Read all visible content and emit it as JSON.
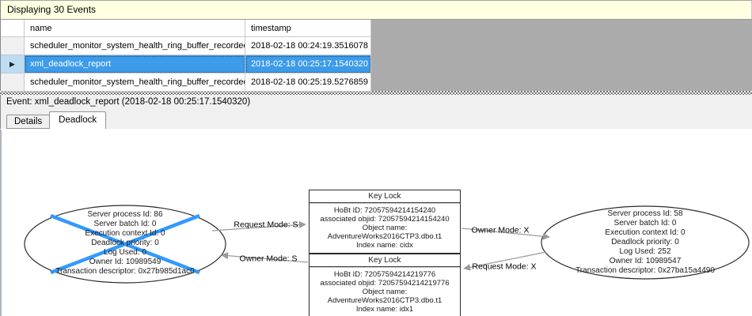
{
  "banner": {
    "title": "Displaying 30 Events"
  },
  "grid": {
    "columns": {
      "name": "name",
      "timestamp": "timestamp"
    },
    "rows": [
      {
        "name": "scheduler_monitor_system_health_ring_buffer_recorded",
        "timestamp": "2018-02-18 00:24:19.3516078"
      },
      {
        "name": "xml_deadlock_report",
        "timestamp": "2018-02-18 00:25:17.1540320"
      },
      {
        "name": "scheduler_monitor_system_health_ring_buffer_recorded",
        "timestamp": "2018-02-18 00:25:19.5276859"
      }
    ],
    "selected_row_index": 1,
    "row_marker": "▶"
  },
  "event_caption": "Event: xml_deadlock_report (2018-02-18 00:25:17.1540320)",
  "tabs": {
    "details": "Details",
    "deadlock": "Deadlock",
    "active_tab": "Deadlock"
  },
  "graph": {
    "processes": [
      {
        "victim": true,
        "lines": [
          "Server process Id: 86",
          "Server batch Id: 0",
          "Execution context Id: 0",
          "Deadlock priority: 0",
          "Log Used: 0",
          "Owner Id: 10989549",
          "Transaction descriptor: 0x27b985d1ac0"
        ]
      },
      {
        "victim": false,
        "lines": [
          "Server process Id: 58",
          "Server batch Id: 0",
          "Execution context Id: 0",
          "Deadlock priority: 0",
          "Log Used: 252",
          "Owner Id: 10989547",
          "Transaction descriptor: 0x27ba15a4490"
        ]
      }
    ],
    "resources": [
      {
        "title": "Key Lock",
        "lines": [
          "HoBt ID: 72057594214154240",
          "associated objid: 72057594214154240",
          "Object name: AdventureWorks2016CTP3.dbo.t1",
          "Index name: cidx"
        ]
      },
      {
        "title": "Key Lock",
        "lines": [
          "HoBt ID: 72057594214219776",
          "associated objid: 72057594214219776",
          "Object name: AdventureWorks2016CTP3.dbo.t1",
          "Index name: idx1"
        ]
      }
    ],
    "edges": [
      {
        "label": "Request Mode: S"
      },
      {
        "label": "Owner Mode: S"
      },
      {
        "label": "Owner Mode: X"
      },
      {
        "label": "Request Mode: X"
      }
    ],
    "colors": {
      "victim_cross": "#3399FF",
      "selection_blue": "#3D9BE9",
      "edge_gray": "#9A9A9A",
      "banner_yellow": "#FFFFE1"
    }
  }
}
